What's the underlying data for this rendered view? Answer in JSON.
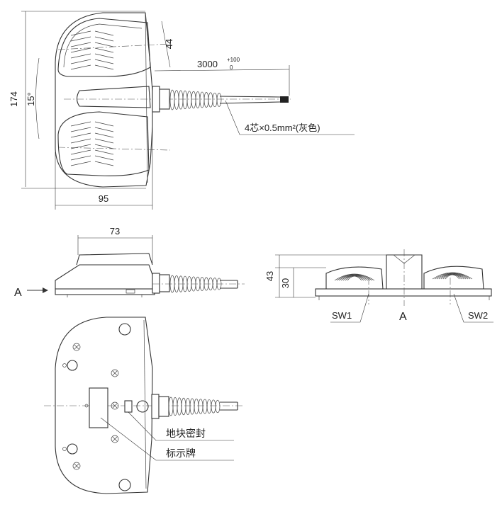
{
  "dimensions": {
    "height_174": "174",
    "width_95": "95",
    "pedal_44": "44",
    "angle_15": "15°",
    "cable_length": "3000",
    "cable_tol_plus": "+100",
    "cable_tol_minus": "0",
    "length_73": "73",
    "height_43": "43",
    "height_30": "30"
  },
  "labels": {
    "cable_spec": "4芯×0.5mm²(灰色)",
    "view_a_arrow": "A",
    "view_a_mark": "A",
    "sw1": "SW1",
    "sw2": "SW2",
    "ground_seal": "地块密封",
    "nameplate": "标示牌"
  }
}
